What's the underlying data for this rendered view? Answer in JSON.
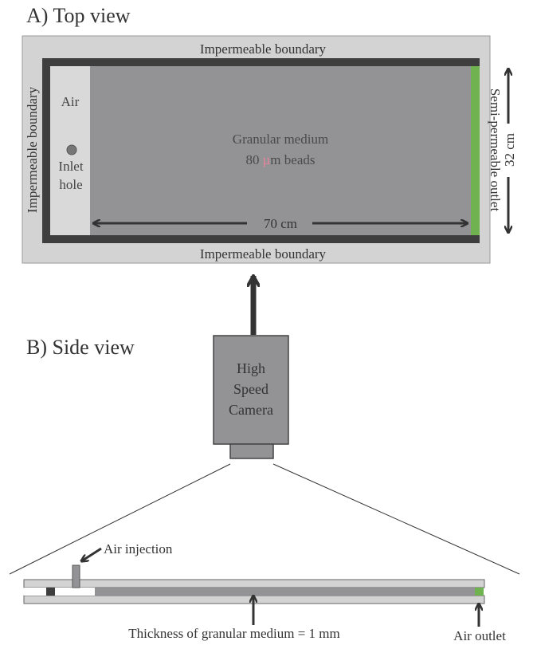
{
  "panel_a": {
    "heading": "A)  Top view",
    "boundary_top": "Impermeable boundary",
    "boundary_bottom": "Impermeable boundary",
    "boundary_left": "Impermeable boundary",
    "outlet_right": "Semi-permeable outlet",
    "air_label": "Air",
    "inlet_line1": "Inlet",
    "inlet_line2": "hole",
    "medium_line1": "Granular medium",
    "bead_size": "80",
    "bead_unit_greek": "µ",
    "bead_unit_rest": "m beads",
    "width_label": "70 cm",
    "height_label": "32 cm"
  },
  "panel_b": {
    "heading": "B)  Side view",
    "camera_line1": "High",
    "camera_line2": "Speed",
    "camera_line3": "Camera",
    "air_injection": "Air injection",
    "thickness_label": "Thickness of granular medium = 1 mm",
    "air_outlet": "Air outlet"
  },
  "colors": {
    "boundary_light": "#d3d3d3",
    "wall_dark": "#3e3e3e",
    "medium_gray": "#939396",
    "air_region": "#d9d9d9",
    "outlet_green": "#6fb24f",
    "mu_pink": "#e7849a",
    "text_dark": "#333333"
  }
}
